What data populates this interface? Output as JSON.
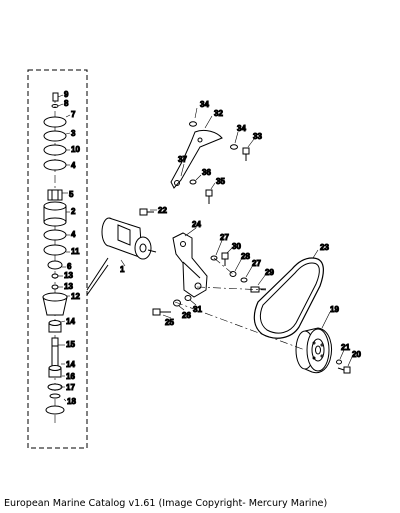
{
  "caption": "European Marine Catalog v1.61 (Image Copyright- Mercury Marine)",
  "callouts": {
    "c9": "9",
    "c8": "8",
    "c7": "7",
    "c3": "3",
    "c10": "10",
    "c4a": "4",
    "c5": "5",
    "c2": "2",
    "c4b": "4",
    "c11": "11",
    "c6": "6",
    "c13a": "13",
    "c13b": "13",
    "c12": "12",
    "c14a": "14",
    "c15": "15",
    "c14b": "14",
    "c16": "16",
    "c17": "17",
    "c18": "18",
    "c1": "1",
    "c22": "22",
    "c34a": "34",
    "c32": "32",
    "c34b": "34",
    "c33": "33",
    "c37": "37",
    "c36": "36",
    "c35": "35",
    "c24": "24",
    "c27a": "27",
    "c30": "30",
    "c28": "28",
    "c27b": "27",
    "c29": "29",
    "c23": "23",
    "c19": "19",
    "c31": "31",
    "c26": "26",
    "c25": "25",
    "c21": "21",
    "c20": "20"
  }
}
